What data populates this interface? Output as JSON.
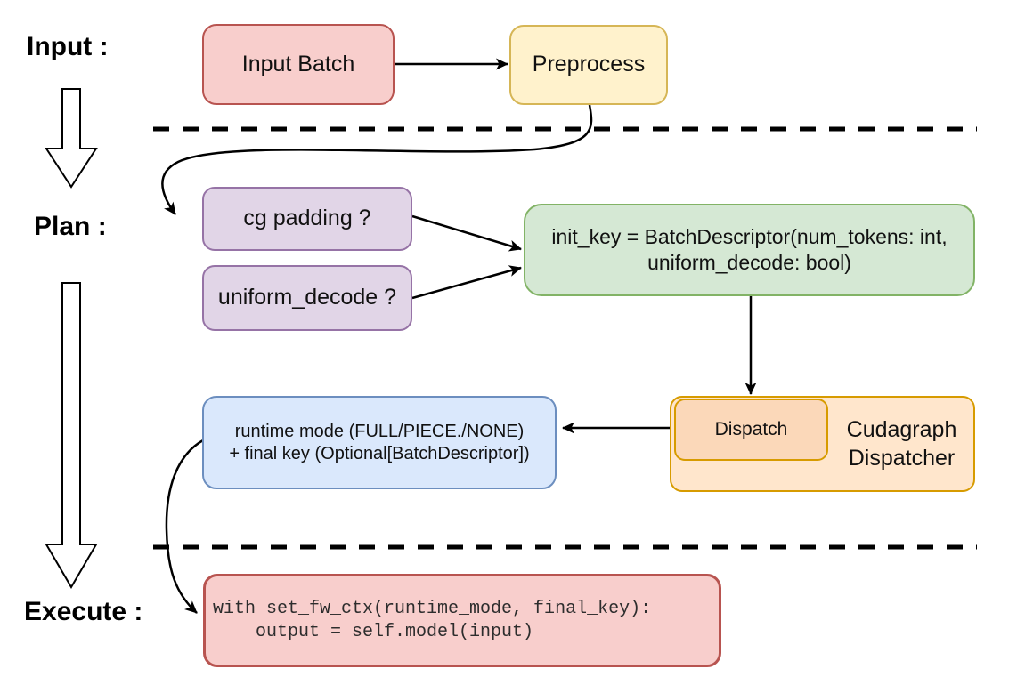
{
  "stage_labels": {
    "input": "Input :",
    "plan": "Plan :",
    "execute": "Execute :"
  },
  "nodes": {
    "input_batch": {
      "label": "Input Batch"
    },
    "preprocess": {
      "label": "Preprocess"
    },
    "cg_padding": {
      "label": "cg padding ?"
    },
    "uniform_decode": {
      "label": "uniform_decode ?"
    },
    "init_key": {
      "line1": "init_key = BatchDescriptor(num_tokens: int,",
      "line2": "uniform_decode: bool)"
    },
    "runtime": {
      "line1": "runtime mode (FULL/PIECE./NONE)",
      "line2": "+ final key (Optional[BatchDescriptor])"
    },
    "dispatch": {
      "label": "Dispatch"
    },
    "dispatcher": {
      "line1": "Cudagraph",
      "line2": "Dispatcher"
    },
    "execute_code": {
      "line1": "with set_fw_ctx(runtime_mode, final_key):",
      "line2": "    output = self.model(input)"
    }
  },
  "colors": {
    "red_fill": "#f8cecc",
    "red_stroke": "#b85450",
    "yellow_fill": "#fff2cc",
    "yellow_stroke": "#d6b656",
    "purple_fill": "#e1d5e7",
    "purple_stroke": "#9673a6",
    "green_fill": "#d5e8d4",
    "green_stroke": "#82b366",
    "blue_fill": "#dae8fc",
    "blue_stroke": "#6c8ebf",
    "orange_fill": "#ffe6cc",
    "orange_stroke": "#d79b00",
    "peach_fill": "#fbd8b9",
    "connector": "#000000"
  }
}
